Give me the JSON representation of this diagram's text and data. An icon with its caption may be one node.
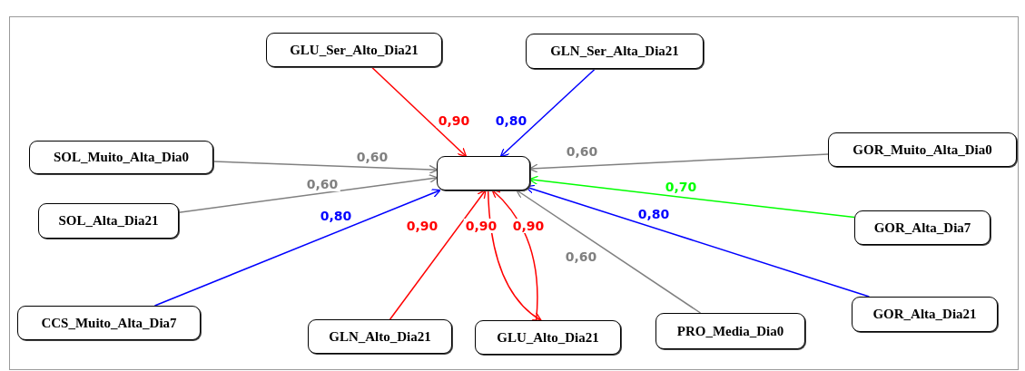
{
  "diagram": {
    "nodes": [
      {
        "text": [
          "GLU_Ser_Alto_Dia21"
        ]
      },
      {
        "text": [
          "GLN_Ser_Alta_Dia21"
        ]
      },
      {
        "text": [
          "SOL_Muito_Alta_Dia0"
        ]
      },
      {
        "text": [],
        "shape": "box"
      },
      {
        "text": [
          "GOR_Muito_Alta_Dia0"
        ]
      },
      {
        "text": [
          "SOL_Alta_Dia21"
        ]
      },
      {
        "text": [
          "GOR_Alta_Dia7"
        ]
      },
      {
        "text": [
          "CCS_Muito_Alta_Dia7"
        ]
      },
      {
        "text": [
          "GLN_Alto_Dia21"
        ]
      },
      {
        "text": [
          "GLU_Alto_Dia21"
        ]
      },
      {
        "text": [
          "PRO_Media_Dia0"
        ]
      },
      {
        "text": [
          "GOR_Alta_Dia21"
        ]
      }
    ],
    "edges": [
      {
        "from": 0,
        "to": 3,
        "arrow": "to",
        "label": "0,90",
        "color": "#ff0000"
      },
      {
        "from": 1,
        "to": 3,
        "arrow": "to",
        "label": "0,80",
        "color": "#0000ff"
      },
      {
        "from": 2,
        "to": 3,
        "arrow": "to",
        "label": "0,60",
        "color": "#808080"
      },
      {
        "from": 4,
        "to": 3,
        "arrow": "to",
        "label": "0,60",
        "color": "#808080"
      },
      {
        "from": 5,
        "to": 3,
        "arrow": "to",
        "label": "0,60",
        "color": "#808080"
      },
      {
        "from": 6,
        "to": 3,
        "arrow": "to",
        "label": "0,70",
        "color": "#00ff00"
      },
      {
        "from": 7,
        "to": 3,
        "arrow": "to",
        "label": "0,80",
        "color": "#0000ff"
      },
      {
        "from": 11,
        "to": 3,
        "arrow": "to",
        "label": "0,80",
        "color": "#0000ff"
      },
      {
        "from": 8,
        "to": 3,
        "arrow": "to",
        "label": "0,90",
        "color": "#ff0000"
      },
      {
        "from": 3,
        "to": 9,
        "arrow": "to",
        "label": "0,90",
        "color": "#ff0000"
      },
      {
        "from": 9,
        "to": 3,
        "arrow": "to",
        "label": "0,90",
        "color": "#ff0000"
      },
      {
        "from": 10,
        "to": 3,
        "arrow": "to",
        "label": "0,60",
        "color": "#808080"
      }
    ]
  }
}
